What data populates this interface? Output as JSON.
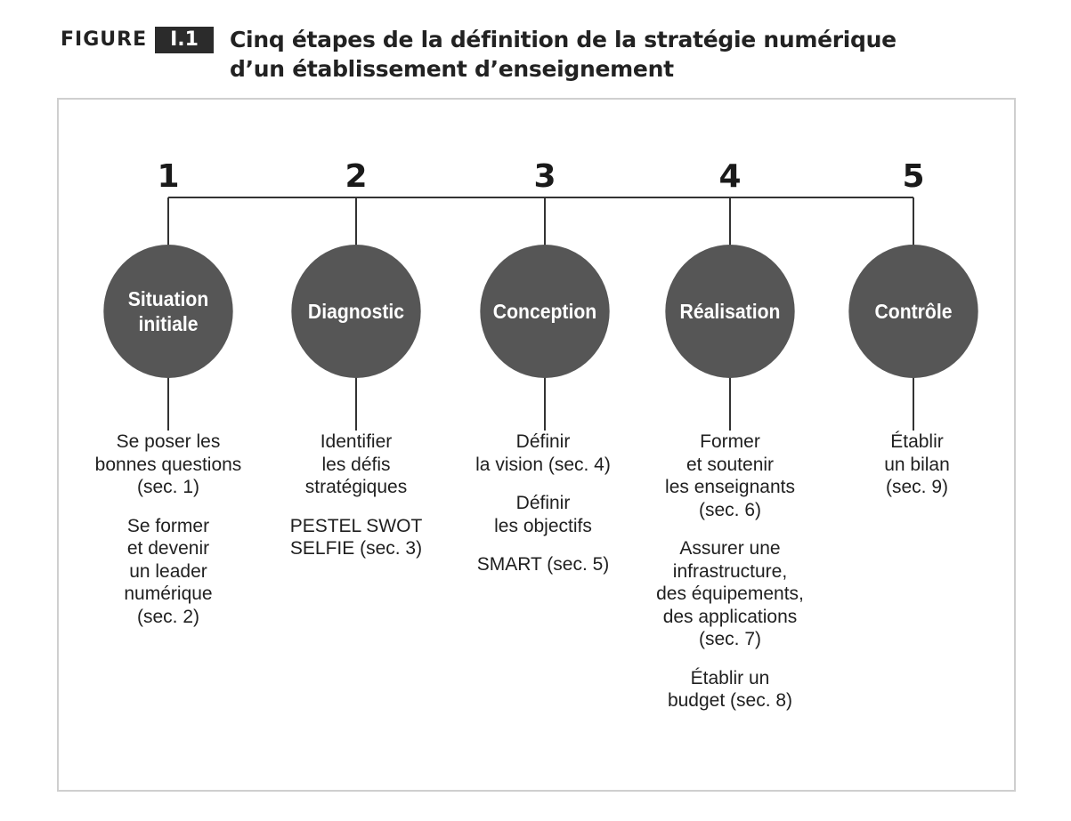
{
  "figure": {
    "label": "FIGURE",
    "number": "I.1",
    "title_line1": "Cinq étapes de la définition de la stratégie numérique",
    "title_line2": "d’un établissement d’enseignement"
  },
  "steps": [
    {
      "number": "1",
      "name": "Situation\ninitiale",
      "items": [
        "Se poser les\nbonnes questions\n(sec. 1)",
        "Se former\net devenir\nun leader\nnumérique\n(sec. 2)"
      ]
    },
    {
      "number": "2",
      "name": "Diagnostic",
      "items": [
        "Identifier\nles défis\nstratégiques",
        "PESTEL SWOT\nSELFIE (sec. 3)"
      ]
    },
    {
      "number": "3",
      "name": "Conception",
      "items": [
        "Définir\nla vision (sec. 4)",
        "Définir\nles objectifs",
        "SMART (sec. 5)"
      ]
    },
    {
      "number": "4",
      "name": "Réalisation",
      "items": [
        "Former\net soutenir\nles enseignants\n(sec. 6)",
        "Assurer une\ninfrastructure,\ndes équipements,\ndes applications\n(sec. 7)",
        "Établir un\nbudget (sec. 8)"
      ]
    },
    {
      "number": "5",
      "name": "Contrôle",
      "items": [
        "Établir\nun bilan\n(sec. 9)"
      ]
    }
  ],
  "colors": {
    "circle_fill": "#565656",
    "line": "#333333",
    "frame_border": "#cfcfcf"
  }
}
